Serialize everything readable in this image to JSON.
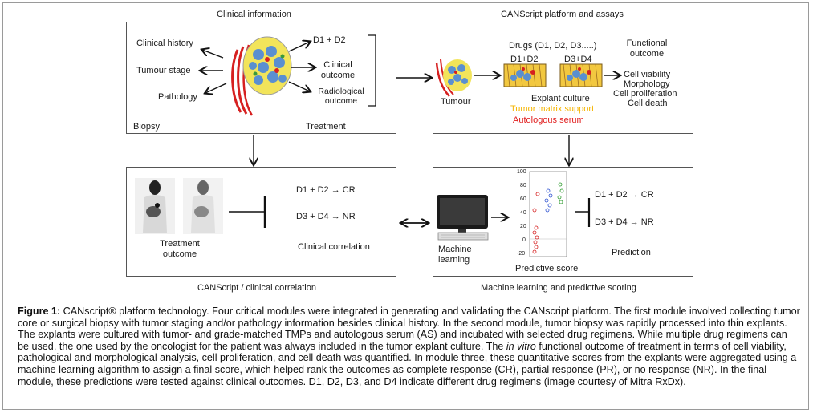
{
  "panel1": {
    "title": "Clinical information",
    "left_labels": [
      "Clinical history",
      "Tumour stage",
      "Pathology"
    ],
    "right_labels": [
      "D1 + D2",
      "Clinical\noutcome",
      "Radiological\noutcome"
    ],
    "biopsy": "Biopsy",
    "treatment": "Treatment"
  },
  "panel2": {
    "title": "CANScript platform and assays",
    "drugs": "Drugs (D1, D2, D3.....)",
    "d1d2": "D1+D2",
    "d3d4": "D3+D4",
    "functional": "Functional\noutcome",
    "outcomes": [
      "Cell viability",
      "Morphology",
      "Cell proliferation",
      "Cell death"
    ],
    "tumour": "Tumour",
    "explant": "Explant culture",
    "matrix": "Tumor matrix support",
    "serum": "Autologous serum",
    "matrix_color": "#f5b400",
    "serum_color": "#e01b1b"
  },
  "panel3": {
    "title": "CANScript / clinical correlation",
    "treatment_outcome": "Treatment\noutcome",
    "row1": "D1 + D2 → CR",
    "row2": "D3 + D4 → NR",
    "correlation": "Clinical correlation"
  },
  "panel4": {
    "title": "Machine learning and predictive scoring",
    "machine": "Machine\nlearning",
    "predictive": "Predictive score",
    "prediction": "Prediction",
    "row1": "D1 + D2 → CR",
    "row2": "D3 + D4 → NR",
    "yticks": [
      "100",
      "80",
      "60",
      "40",
      "20",
      "0",
      "-20"
    ]
  },
  "caption": {
    "lead": "Figure 1:",
    "brand": " CANscript® platform technology.",
    "part1": " Four critical modules were integrated in generating and validating the CANscript platform. The first module involved collecting tumor core or surgical biopsy with tumor staging and/or pathology information besides clinical history. In the second module, tumor biopsy was rapidly processed into thin explants. The explants were cultured with tumor- and grade-matched TMPs and autologous serum (AS) and incubated with selected drug regimens. While multiple drug regimens can be used, the one used by the oncologist for the patient was always included in the tumor explant culture. The ",
    "italic": "in vitro",
    "part2": " functional outcome of treatment in terms of cell viability, pathological and morphological analysis, cell proliferation, and cell death was quantified. In module three, these quantitative scores from the explants were aggregated using a machine learning algorithm to assign a final score, which helped rank the outcomes as complete response (CR), partial response (PR), or no response (NR). In the final module, these predictions were tested against clinical outcomes. D1, D2, D3, and D4 indicate different drug regimens (image courtesy of Mitra RxDx)."
  }
}
